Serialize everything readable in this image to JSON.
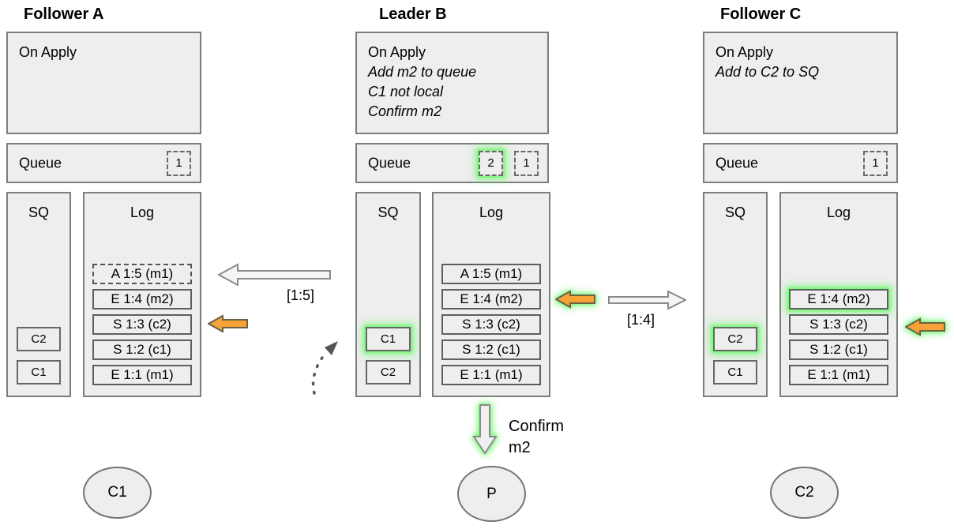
{
  "columns": [
    {
      "title": "Follower A",
      "on_apply": {
        "label": "On Apply",
        "notes": []
      },
      "queue": {
        "label": "Queue",
        "slots": [
          {
            "value": "1",
            "glow": false
          }
        ]
      },
      "sq": {
        "label": "SQ",
        "items": [
          {
            "value": "C2",
            "glow": false
          },
          {
            "value": "C1",
            "glow": false
          }
        ]
      },
      "log": {
        "label": "Log",
        "entries": [
          {
            "text": "A 1:5 (m1)",
            "dashed": true,
            "glow": false
          },
          {
            "text": "E 1:4 (m2)",
            "dashed": false,
            "glow": false
          },
          {
            "text": "S 1:3 (c2)",
            "dashed": false,
            "glow": false
          },
          {
            "text": "S 1:2 (c1)",
            "dashed": false,
            "glow": false
          },
          {
            "text": "E 1:1 (m1)",
            "dashed": false,
            "glow": false
          }
        ]
      }
    },
    {
      "title": "Leader B",
      "on_apply": {
        "label": "On Apply",
        "notes": [
          "Add m2 to queue",
          "C1 not local",
          "Confirm m2"
        ]
      },
      "queue": {
        "label": "Queue",
        "slots": [
          {
            "value": "2",
            "glow": true
          },
          {
            "value": "1",
            "glow": false
          }
        ]
      },
      "sq": {
        "label": "SQ",
        "items": [
          {
            "value": "C1",
            "glow": true
          },
          {
            "value": "C2",
            "glow": false
          }
        ]
      },
      "log": {
        "label": "Log",
        "entries": [
          {
            "text": "A 1:5 (m1)",
            "dashed": false,
            "glow": false
          },
          {
            "text": "E 1:4 (m2)",
            "dashed": false,
            "glow": false
          },
          {
            "text": "S 1:3 (c2)",
            "dashed": false,
            "glow": false
          },
          {
            "text": "S 1:2 (c1)",
            "dashed": false,
            "glow": false
          },
          {
            "text": "E 1:1 (m1)",
            "dashed": false,
            "glow": false
          }
        ]
      }
    },
    {
      "title": "Follower C",
      "on_apply": {
        "label": "On Apply",
        "notes": [
          "Add to C2 to SQ"
        ]
      },
      "queue": {
        "label": "Queue",
        "slots": [
          {
            "value": "1",
            "glow": false
          }
        ]
      },
      "sq": {
        "label": "SQ",
        "items": [
          {
            "value": "C2",
            "glow": true
          },
          {
            "value": "C1",
            "glow": false
          }
        ]
      },
      "log": {
        "label": "Log",
        "entries": [
          {
            "text": "E 1:4 (m2)",
            "dashed": false,
            "glow": true
          },
          {
            "text": "S 1:3 (c2)",
            "dashed": false,
            "glow": false
          },
          {
            "text": "S 1:2 (c1)",
            "dashed": false,
            "glow": false
          },
          {
            "text": "E 1:1 (m1)",
            "dashed": false,
            "glow": false
          }
        ]
      }
    }
  ],
  "arrows": {
    "replicate_to_a": {
      "label": "[1:5]"
    },
    "replicate_to_c": {
      "label": "[1:4]"
    },
    "confirm": {
      "label_line1": "Confirm",
      "label_line2": "m2"
    }
  },
  "clients": [
    {
      "label": "C1"
    },
    {
      "label": "P"
    },
    {
      "label": "C2"
    }
  ],
  "colors": {
    "box_fill": "#eeeeee",
    "box_border": "#7d7d7d",
    "orange_arrow_fill": "#f7a237",
    "gray_arrow_fill": "#f4f4f4",
    "glow_green": "#64f064"
  }
}
